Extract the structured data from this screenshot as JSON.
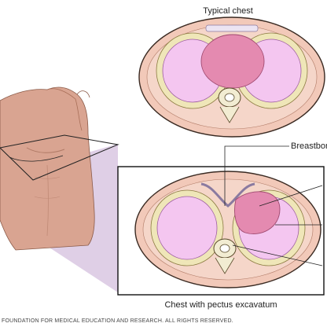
{
  "labels": {
    "typical_chest": "Typical chest",
    "pectus_chest": "Chest with pectus excavatum",
    "breastbone": "Breastbone",
    "copyright": "FOUNDATION FOR MEDICAL EDUCATION AND RESEARCH. ALL RIGHTS RESERVED."
  },
  "colors": {
    "skin": "#e9b8a6",
    "body_outline": "#3a2a22",
    "fat_layer": "#f2c9b9",
    "rib_band": "#efe6b8",
    "lung": "#f4c6f0",
    "heart": "#e48ab0",
    "spine": "#f2ecd2",
    "highlight_panel": "#cdb6d8"
  },
  "icons": {
    "torso": "human-torso-illustration",
    "cross_section": "chest-cross-section"
  }
}
